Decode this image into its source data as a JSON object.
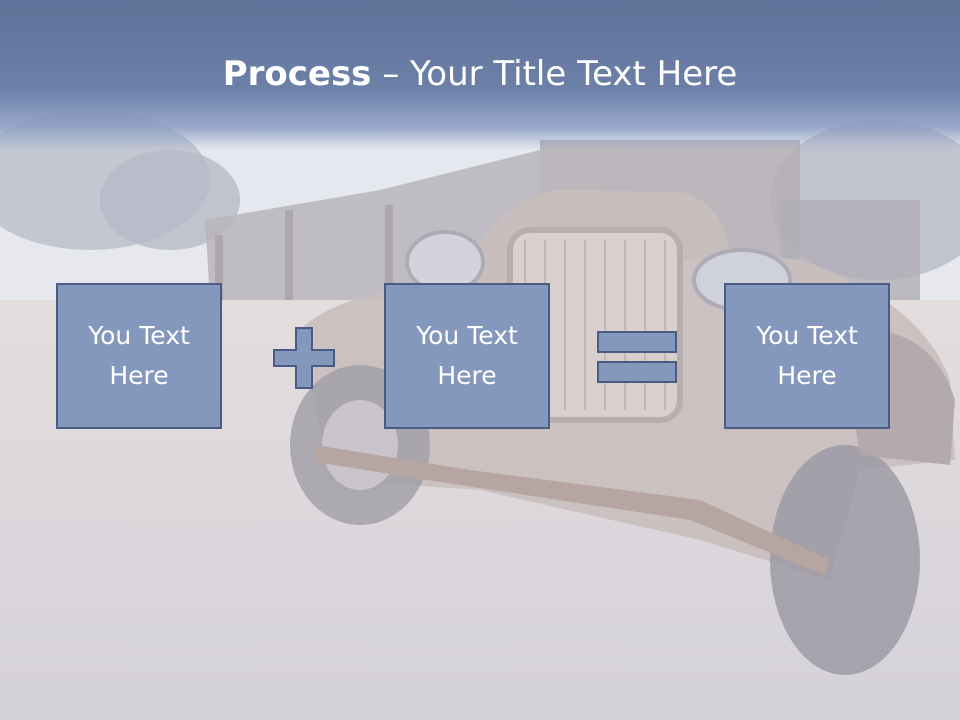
{
  "slide": {
    "title_bold": "Process",
    "title_rest": " – Your Title Text Here",
    "boxes": [
      {
        "label": "You Text Here"
      },
      {
        "label": "You Text Here"
      },
      {
        "label": "You Text Here"
      }
    ],
    "operators": [
      "plus-icon",
      "equals-icon"
    ],
    "colors": {
      "header": "#6478a0",
      "box_fill": "#8497bd",
      "box_border": "#4a5c85",
      "text": "#ffffff"
    }
  }
}
